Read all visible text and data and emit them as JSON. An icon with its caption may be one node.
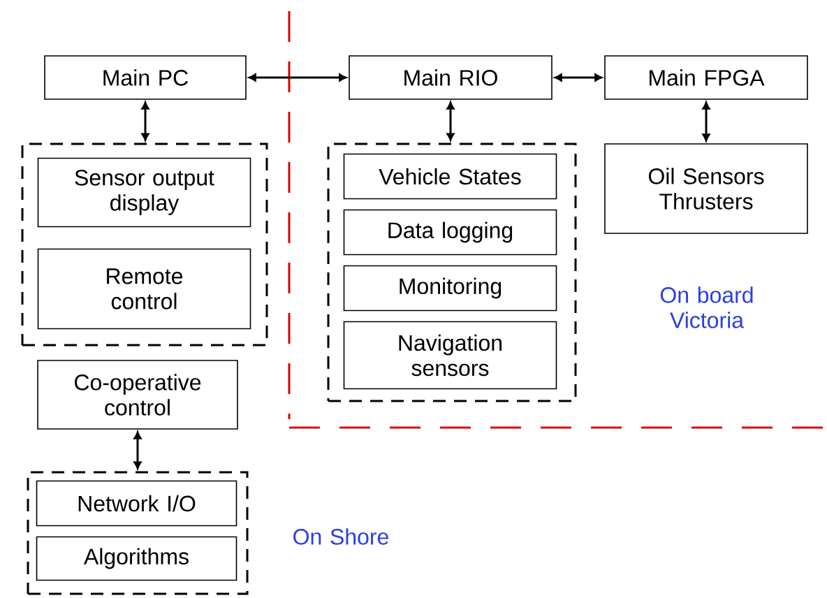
{
  "diagram": {
    "nodes": [
      {
        "text": [
          "Main PC"
        ]
      },
      {
        "text": [
          "Main RIO"
        ]
      },
      {
        "text": [
          "Main FPGA"
        ]
      },
      {
        "text": [],
        "shape": "box"
      },
      {
        "text": [
          "Sensor output display"
        ],
        "in": 3
      },
      {
        "text": [
          "Remote control"
        ],
        "in": 3
      },
      {
        "text": [],
        "shape": "box"
      },
      {
        "text": [
          "Vehicle States"
        ],
        "in": 6
      },
      {
        "text": [
          "Data logging"
        ],
        "in": 6
      },
      {
        "text": [
          "Monitoring"
        ],
        "in": 6
      },
      {
        "text": [
          "Navigation sensors"
        ],
        "in": 6
      },
      {
        "text": [
          "Oil Sensors Thrusters"
        ]
      },
      {
        "text": [
          "Co-operative control"
        ]
      },
      {
        "text": [],
        "shape": "box"
      },
      {
        "text": [
          "Network I/O"
        ],
        "in": 13
      },
      {
        "text": [
          "Algorithms"
        ],
        "in": 13
      }
    ],
    "edges": [
      {
        "from": 0,
        "to": 1,
        "arrow": "both"
      },
      {
        "from": 1,
        "to": 2,
        "arrow": "both"
      },
      {
        "from": 0,
        "to": 3,
        "arrow": "both"
      },
      {
        "from": 1,
        "to": 6,
        "arrow": "both"
      },
      {
        "from": 2,
        "to": 11,
        "arrow": "both"
      },
      {
        "from": 12,
        "to": 13,
        "arrow": "both"
      }
    ],
    "labels": [
      "On board Victoria",
      "On Shore"
    ]
  }
}
